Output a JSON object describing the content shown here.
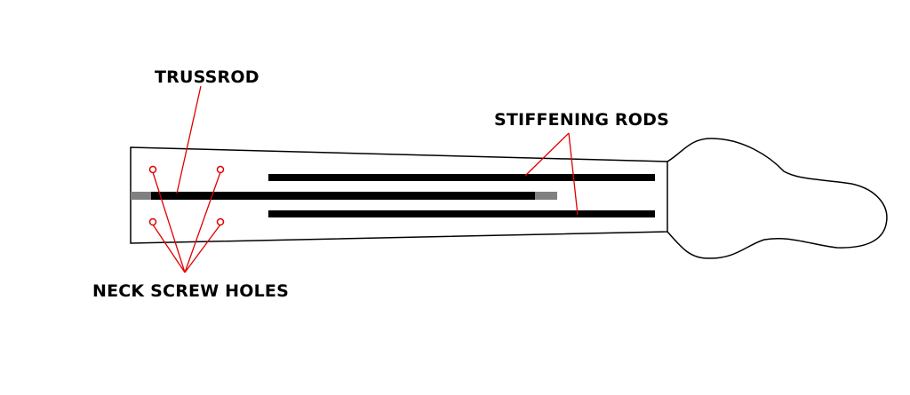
{
  "labels": {
    "trussrod": "TRUSSROD",
    "stiffening_rods": "STIFFENING RODS",
    "neck_screw_holes": "NECK SCREW HOLES"
  },
  "colors": {
    "background": "#ffffff",
    "outline": "#000000",
    "rods": "#000000",
    "rod_end_caps": "#808080",
    "annotation": "#e00000"
  },
  "parts": [
    "neck-outline",
    "headstock",
    "trussrod",
    "stiffening-rod-upper",
    "stiffening-rod-lower",
    "neck-screw-holes"
  ]
}
